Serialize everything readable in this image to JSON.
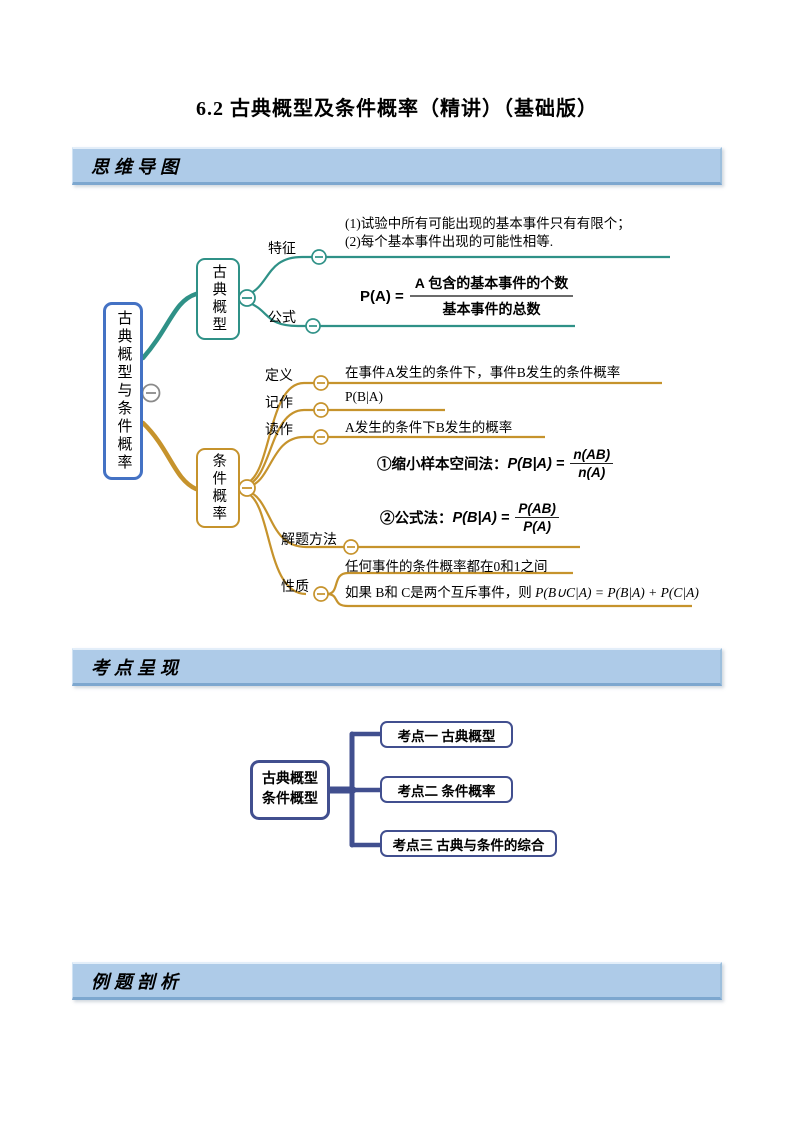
{
  "page": {
    "title": "6.2 古典概型及条件概率（精讲）（基础版）"
  },
  "sections": {
    "mindmap": "思维导图",
    "keypoints": "考点呈现",
    "examples": "例题剖析"
  },
  "colors": {
    "header_bar_bg": "#aecbe8",
    "root_border": "#4472c4",
    "classical_branch": "#2f9187",
    "conditional_branch": "#c6932c",
    "keypoints_branch": "#414f8f"
  },
  "mindmap1": {
    "root": "古典概型与条件概率",
    "classical": {
      "node": "古典概型",
      "feature": {
        "label": "特征",
        "line1": "(1)试验中所有可能出现的基本事件只有有限个；",
        "line2": "(2)每个基本事件出现的可能性相等."
      },
      "formula": {
        "label": "公式",
        "lhs": "P(A) =",
        "numerator": "A 包含的基本事件的个数",
        "denominator": "基本事件的总数"
      }
    },
    "conditional": {
      "node": "条件概率",
      "definition": {
        "label": "定义",
        "text": "在事件A发生的条件下，事件B发生的条件概率"
      },
      "notation": {
        "label": "记作",
        "text": "P(B|A)"
      },
      "reading": {
        "label": "读作",
        "text": "A发生的条件下B发生的概率"
      },
      "method": {
        "label": "解题方法",
        "m1_prefix": "①缩小样本空间法：",
        "m1_lhs": "P(B|A) =",
        "m1_num": "n(AB)",
        "m1_den": "n(A)",
        "m2_prefix": "②公式法：",
        "m2_lhs": "P(B|A) =",
        "m2_num": "P(AB)",
        "m2_den": "P(A)"
      },
      "property": {
        "label": "性质",
        "p1": "任何事件的条件概率都在0和1之间",
        "p2_prefix": "如果 B和 C是两个互斥事件，则 ",
        "p2_math": "P(B∪C|A) = P(B|A) + P(C|A)"
      }
    }
  },
  "mindmap2": {
    "root_line1": "古典概型",
    "root_line2": "条件概型",
    "items": [
      "考点一 古典概型",
      "考点二 条件概率",
      "考点三 古典与条件的综合"
    ]
  }
}
